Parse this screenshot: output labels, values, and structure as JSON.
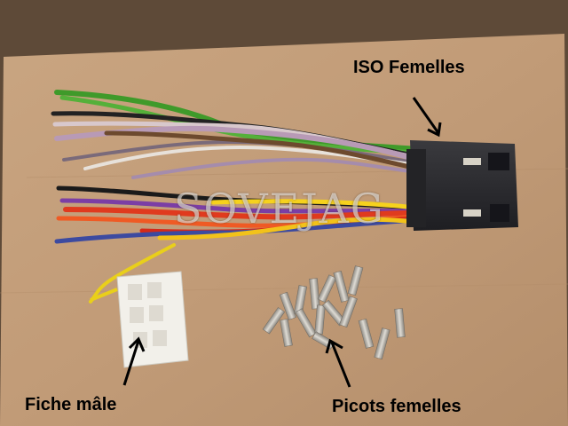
{
  "labels": {
    "iso": "ISO Femelles",
    "fiche": "Fiche mâle",
    "picots": "Picots femelles"
  },
  "watermark": "SOVEJAG",
  "colors": {
    "cardboard": "#c49e7a",
    "connector": "#2b2b2e",
    "white_plug": "#f2f0ea",
    "pin_metal": "#b9b6ae"
  }
}
